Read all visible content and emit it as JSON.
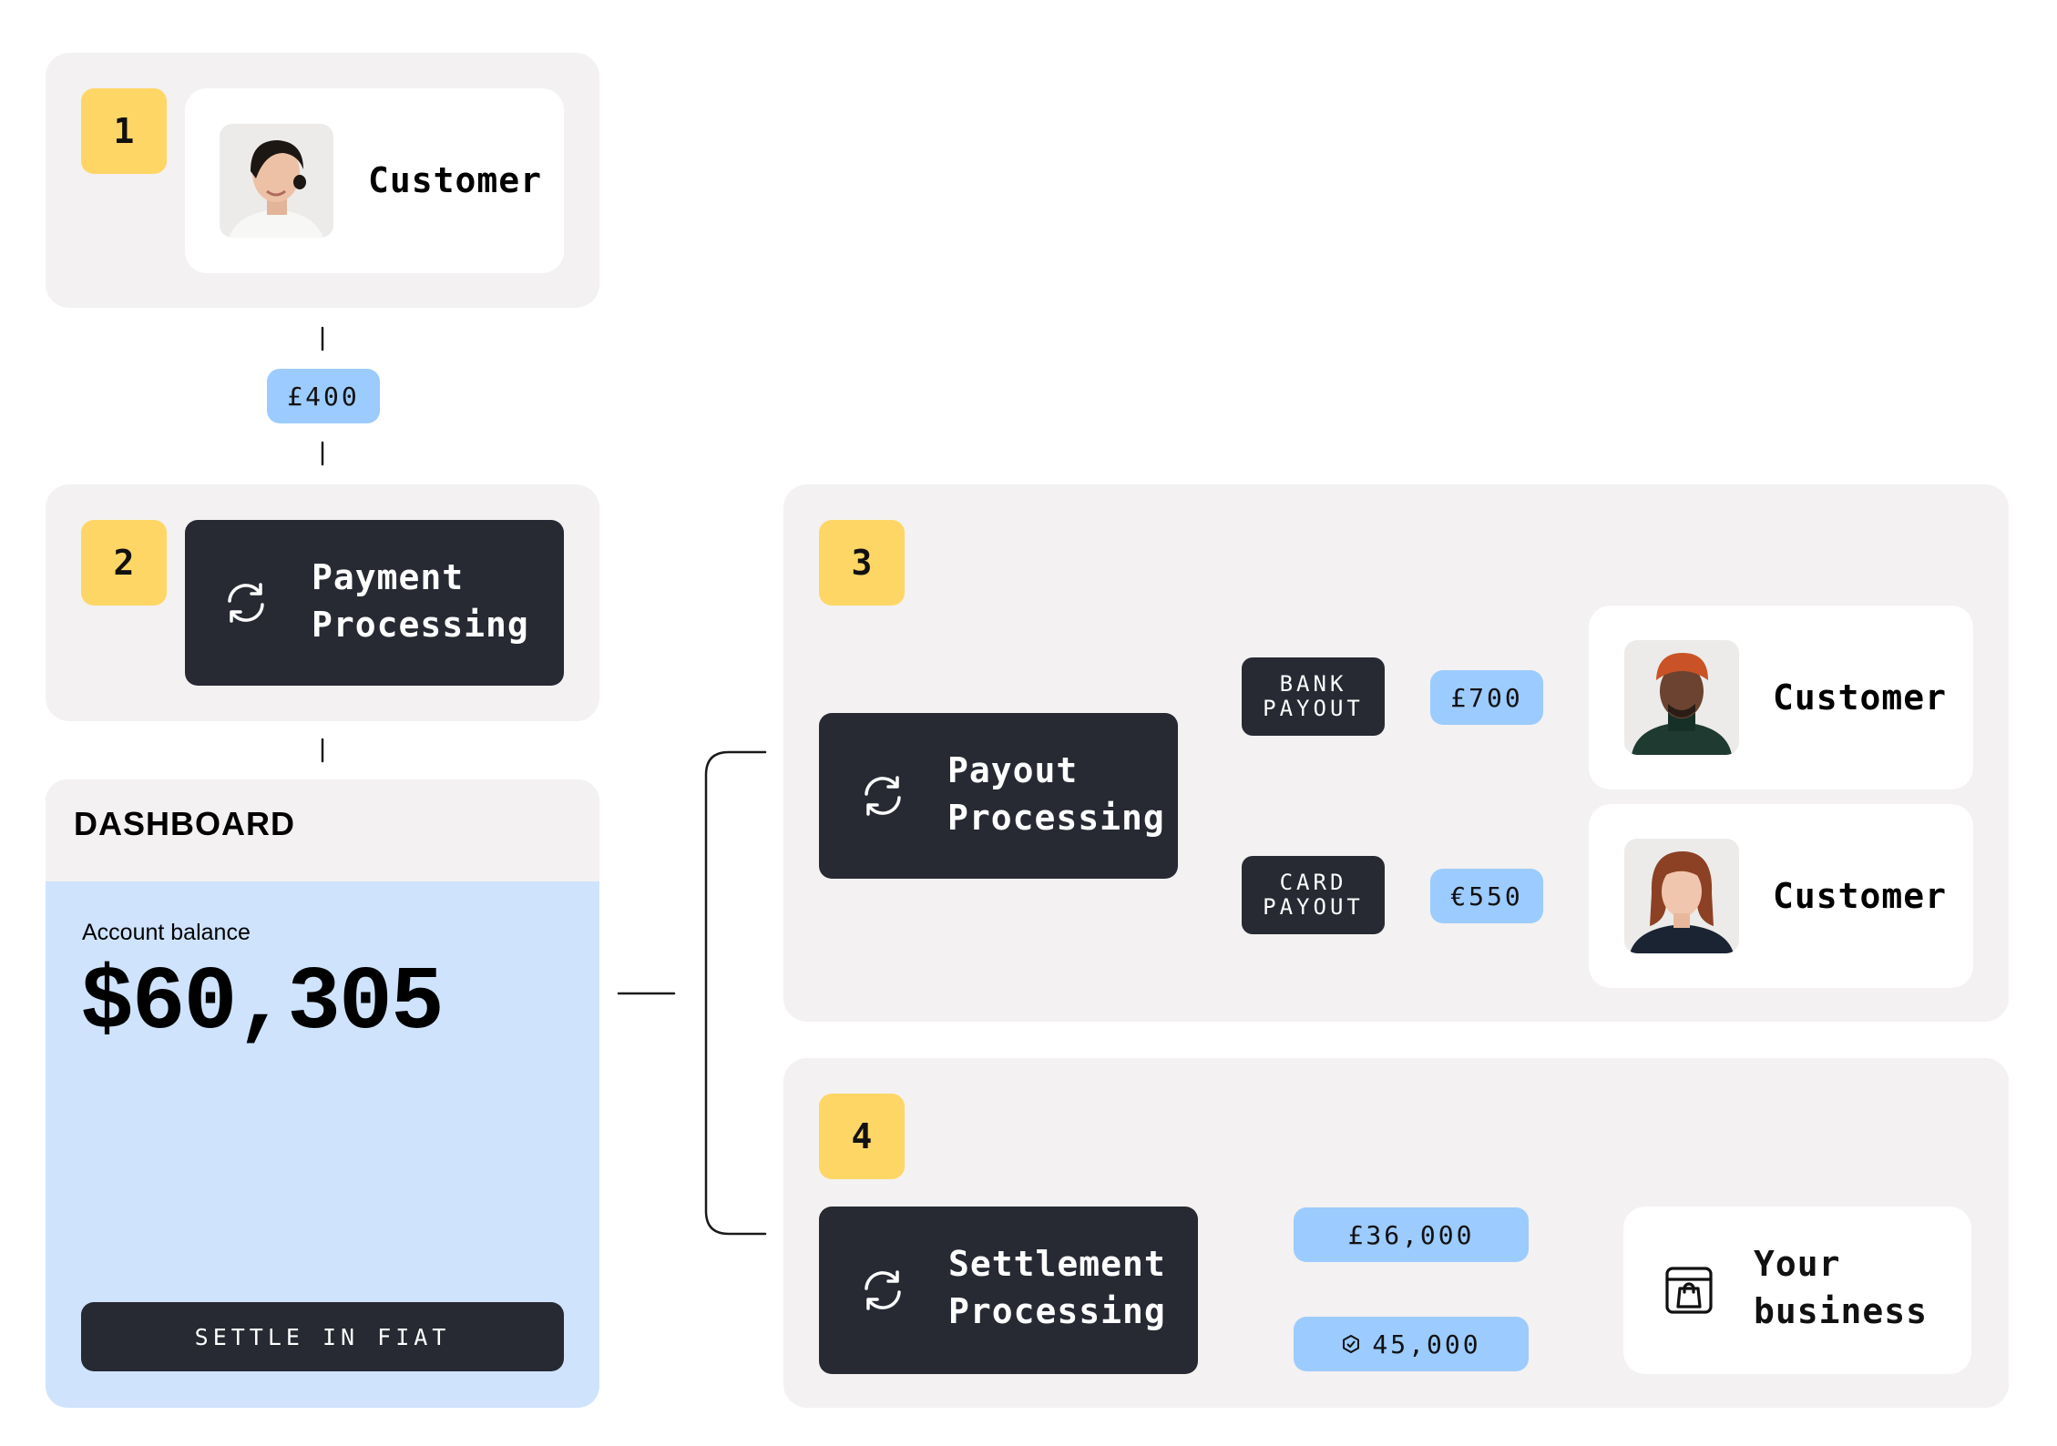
{
  "steps": {
    "s1": "1",
    "s2": "2",
    "s3": "3",
    "s4": "4"
  },
  "customer_top": {
    "label": "Customer",
    "avatar": "woman-avatar"
  },
  "amount_in": "£400",
  "payment_processing": {
    "label_line1": "Payment",
    "label_line2": "Processing",
    "icon": "sync-icon"
  },
  "dashboard": {
    "title": "DASHBOARD",
    "balance_label": "Account balance",
    "balance_value": "$60,305",
    "settle_button": "SETTLE IN FIAT"
  },
  "payout_processing": {
    "label_line1": "Payout",
    "label_line2": "Processing",
    "icon": "sync-icon"
  },
  "bank_payout": {
    "line1": "BANK",
    "line2": "PAYOUT",
    "amount": "£700",
    "customer": "Customer"
  },
  "card_payout": {
    "line1": "CARD",
    "line2": "PAYOUT",
    "amount": "€550",
    "customer": "Customer"
  },
  "settlement_processing": {
    "label_line1": "Settlement",
    "label_line2": "Processing",
    "icon": "sync-icon"
  },
  "settlement_amounts": {
    "fiat": "£36,000",
    "crypto": "45,000",
    "crypto_icon": "hexagon-coin-icon"
  },
  "your_business": {
    "line1": "Your",
    "line2": "business",
    "icon": "shopping-bag-icon"
  },
  "colors": {
    "panel_bg": "#f3f1f1",
    "badge_yellow": "#fed666",
    "dark": "#272a33",
    "chip_blue": "#9ccbff",
    "dashboard_blue": "#cfe3fd"
  }
}
